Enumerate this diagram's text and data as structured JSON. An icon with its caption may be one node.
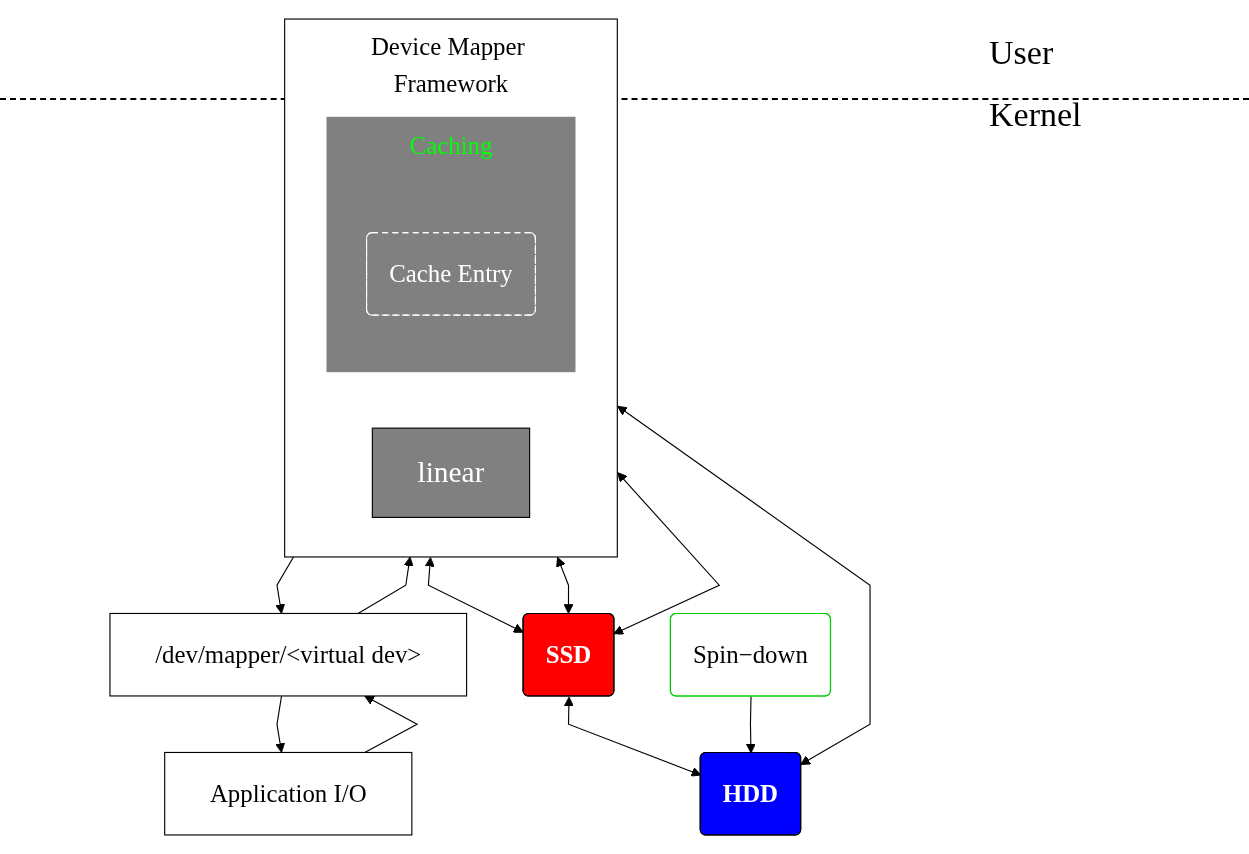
{
  "diagram": {
    "nodes": [
      {
        "text": [
          "Application I/O"
        ]
      },
      {
        "text": [
          "/dev/mapper/<virtual dev>"
        ]
      },
      {
        "text": [
          "Device Mapper Framework"
        ]
      },
      {
        "text": [
          "Caching"
        ],
        "in": 2
      },
      {
        "text": [
          "Cache Entry"
        ],
        "in": 3
      },
      {
        "text": [
          "linear"
        ],
        "in": 2
      },
      {
        "text": [
          "SSD"
        ]
      },
      {
        "text": [
          "HDD"
        ]
      },
      {
        "text": [
          "Spin−down"
        ]
      }
    ],
    "edges": [
      {
        "from": 0,
        "to": 1,
        "arrow": "to"
      },
      {
        "from": 1,
        "to": 0,
        "arrow": "to"
      },
      {
        "from": 1,
        "to": 2,
        "arrow": "to"
      },
      {
        "from": 2,
        "to": 1,
        "arrow": "to"
      },
      {
        "from": 2,
        "to": 6,
        "arrow": "both"
      },
      {
        "from": 2,
        "to": 6,
        "arrow": "both"
      },
      {
        "from": 2,
        "to": 6,
        "arrow": "both"
      },
      {
        "from": 6,
        "to": 7,
        "arrow": "both"
      },
      {
        "from": 2,
        "to": 7,
        "arrow": "both"
      },
      {
        "from": 8,
        "to": 7,
        "arrow": "to"
      }
    ],
    "labels": [
      "User",
      "Kernel"
    ]
  }
}
